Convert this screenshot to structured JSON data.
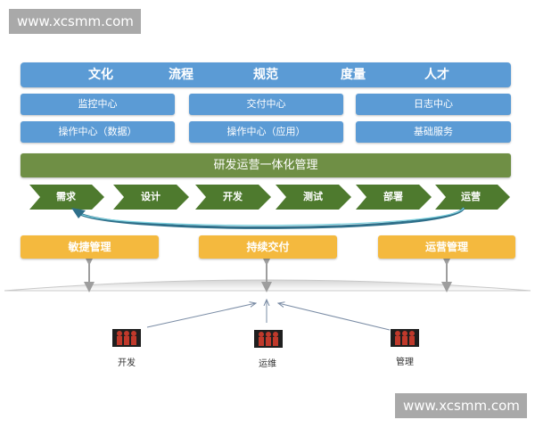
{
  "watermark": {
    "text": "www.xcsmm.com"
  },
  "culture_bar": {
    "items": [
      "文化",
      "流程",
      "规范",
      "度量",
      "人才"
    ]
  },
  "centers": {
    "row1": [
      "监控中心",
      "交付中心",
      "日志中心"
    ],
    "row2": [
      "操作中心（数据）",
      "操作中心（应用）",
      "基础服务"
    ]
  },
  "platform": {
    "label": "研发运营一体化管理"
  },
  "stages": [
    "需求",
    "设计",
    "开发",
    "测试",
    "部署",
    "运营"
  ],
  "practices": [
    "敏捷管理",
    "持续交付",
    "运营管理"
  ],
  "roles": [
    "开发",
    "运维",
    "管理"
  ],
  "colors": {
    "blue": "#5b9bd5",
    "green": "#6f8f45",
    "orange": "#f4b93e",
    "arrow_green": "#4e7a2e",
    "role_icon": "#c0392b"
  }
}
